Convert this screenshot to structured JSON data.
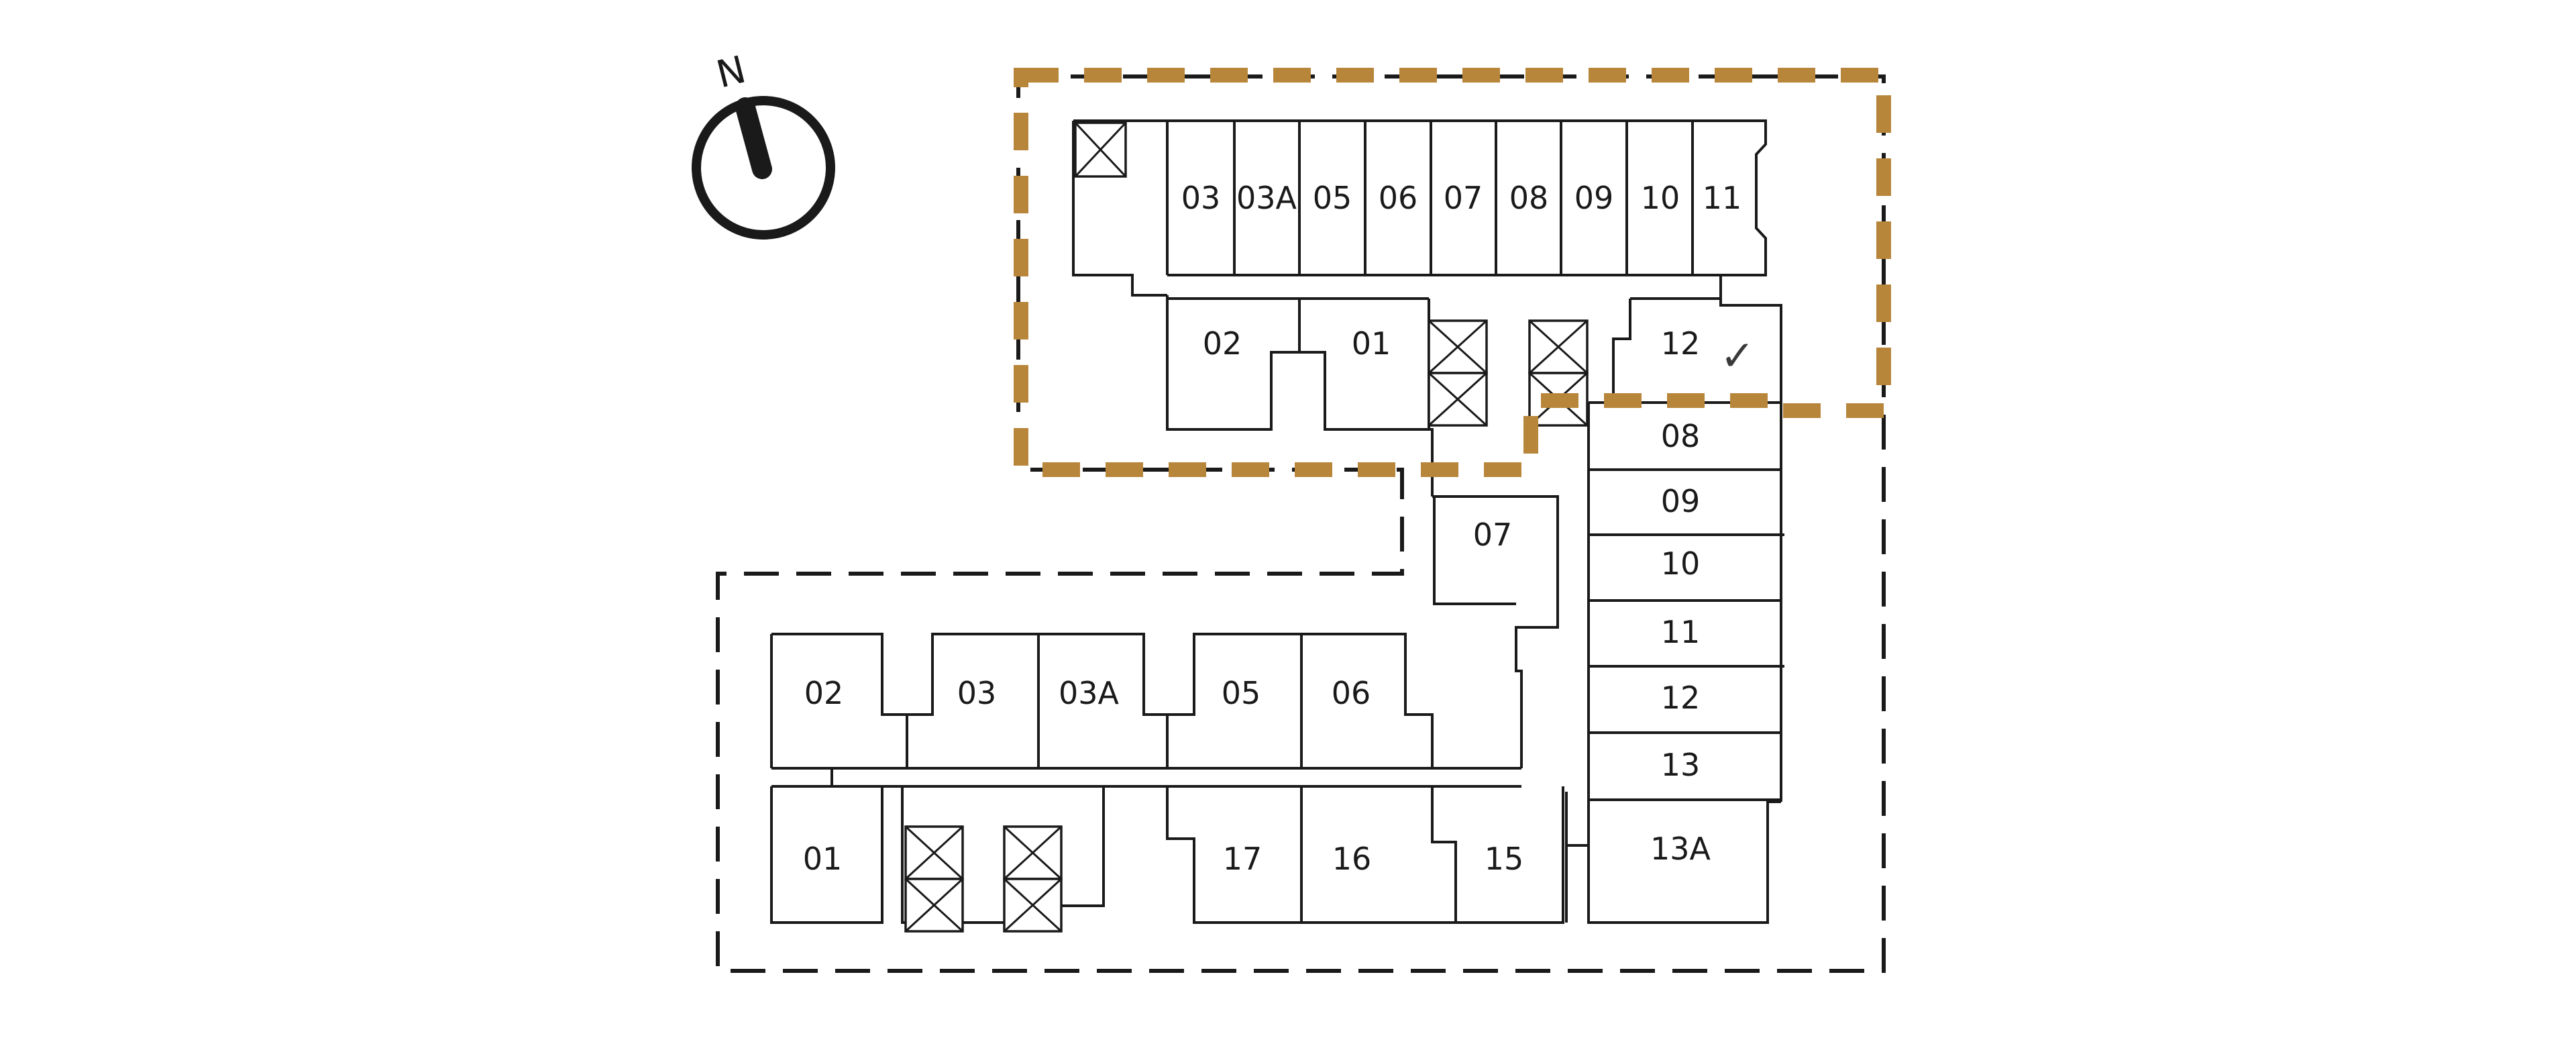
{
  "compass": {
    "label": "N",
    "icon": "north-arrow-icon"
  },
  "colors": {
    "highlight": "#B8863B",
    "line": "#1a1a1a"
  },
  "selected": {
    "icon": "checkmark-icon",
    "glyph": "✓",
    "color": "#3a3a3a",
    "unit": "12"
  },
  "upper_block": {
    "top_row": [
      "03",
      "03A",
      "05",
      "06",
      "07",
      "08",
      "09",
      "10",
      "11"
    ],
    "second_row": [
      "02",
      "01"
    ],
    "corner_unit": "12"
  },
  "east_wing": {
    "column": [
      "08",
      "09",
      "10",
      "11",
      "12",
      "13",
      "13A"
    ],
    "connector_unit": "07"
  },
  "lower_block": {
    "north_row": [
      "02",
      "03",
      "03A",
      "05",
      "06"
    ],
    "south_row": [
      "01",
      "17",
      "16",
      "15"
    ]
  }
}
